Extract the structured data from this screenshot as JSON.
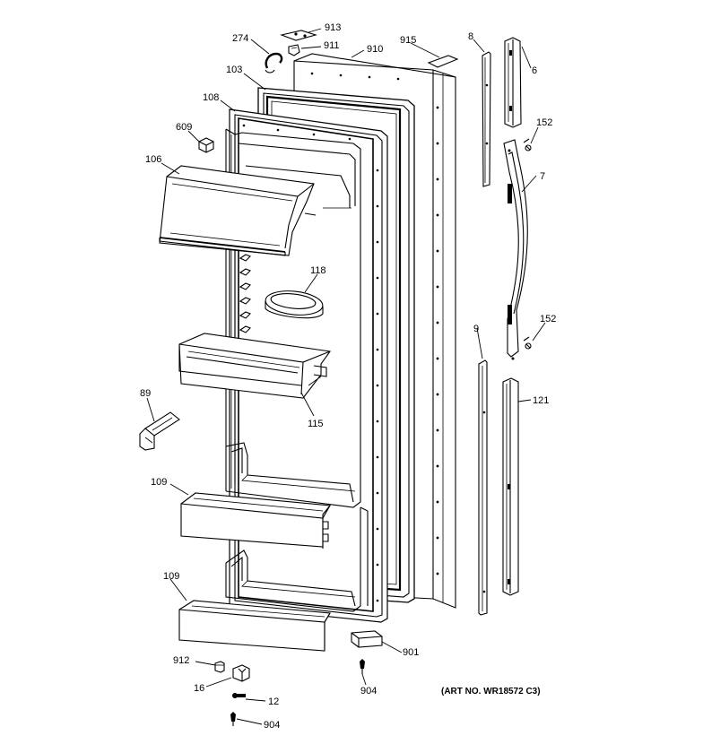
{
  "diagram": {
    "callouts": {
      "c913": "913",
      "c274": "274",
      "c911": "911",
      "c910": "910",
      "c915": "915",
      "c8": "8",
      "c6": "6",
      "c103": "103",
      "c108": "108",
      "c609": "609",
      "c106": "106",
      "c152a": "152",
      "c7": "7",
      "c118": "118",
      "c152b": "152",
      "c9": "9",
      "c89": "89",
      "c115": "115",
      "c121": "121",
      "c109a": "109",
      "c109b": "109",
      "c901": "901",
      "c912": "912",
      "c16": "16",
      "c12": "12",
      "c904a": "904",
      "c904b": "904"
    },
    "art_number": "(ART NO. WR18572 C3)"
  }
}
